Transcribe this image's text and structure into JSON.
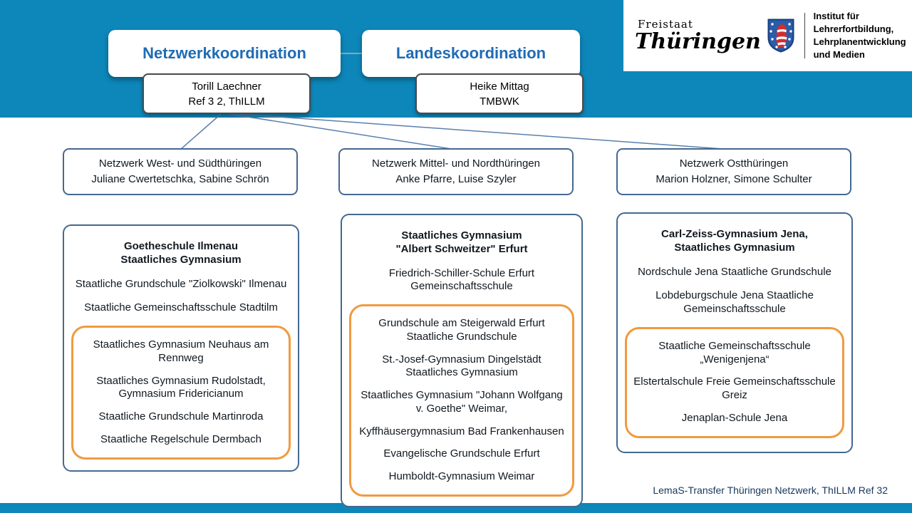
{
  "theme": {
    "header_color": "#0d86b9",
    "accent_orange": "#f09a3f",
    "box_border_blue": "#44698f",
    "title_text_blue": "#1f6cb5"
  },
  "logo": {
    "state_small": "Freistaat",
    "state_large": "Thüringen",
    "institute_lines": "Institut für Lehrerfortbildung,\nLehrplanentwicklung\nund Medien"
  },
  "coordination": {
    "network_title": "Netzwerkkoordination",
    "network_person": "Torill Laechner\nRef 3 2, ThILLM",
    "state_title": "Landeskoordination",
    "state_person": "Heike Mittag\nTMBWK"
  },
  "networks": [
    {
      "label": "Netzwerk West- und Südthüringen\nJuliane Cwertetschka, Sabine Schrön"
    },
    {
      "label": "Netzwerk Mittel- und Nordthüringen\nAnke Pfarre, Luise Szyler"
    },
    {
      "label": "Netzwerk Ostthüringen\nMarion Holzner, Simone Schulter"
    }
  ],
  "school_groups": [
    {
      "lead": "Goetheschule Ilmenau\nStaatliches Gymnasium",
      "schools": [
        "Staatliche Grundschule \"Ziolkowski\" Ilmenau",
        "Staatliche Gemeinschaftsschule Stadtilm"
      ],
      "highlighted_schools": [
        "Staatliches Gymnasium Neuhaus am Rennweg",
        "Staatliches Gymnasium Rudolstadt, Gymnasium Fridericianum",
        "Staatliche Grundschule Martinroda",
        "Staatliche Regelschule Dermbach"
      ]
    },
    {
      "lead": "Staatliches Gymnasium\n\"Albert Schweitzer\" Erfurt",
      "schools": [
        "Friedrich-Schiller-Schule Erfurt\nGemeinschaftsschule"
      ],
      "highlighted_schools": [
        "Grundschule am Steigerwald Erfurt\nStaatliche Grundschule",
        "St.-Josef-Gymnasium Dingelstädt\nStaatliches Gymnasium",
        "Staatliches Gymnasium \"Johann Wolfgang v. Goethe\" Weimar,",
        "Kyffhäusergymnasium Bad Frankenhausen",
        "Evangelische Grundschule Erfurt",
        "Humboldt-Gymnasium Weimar"
      ]
    },
    {
      "lead": "Carl-Zeiss-Gymnasium Jena,\nStaatliches Gymnasium",
      "schools": [
        "Nordschule Jena Staatliche Grundschule",
        "Lobdeburgschule Jena Staatliche\nGemeinschaftsschule"
      ],
      "highlighted_schools": [
        "Staatliche Gemeinschaftsschule\n„Wenigenjena“",
        "Elstertalschule Freie Gemeinschaftsschule\nGreiz",
        "Jenaplan-Schule Jena"
      ]
    }
  ],
  "footer": {
    "credit": "LemaS-Transfer Thüringen Netzwerk, ThILLM Ref 32"
  }
}
